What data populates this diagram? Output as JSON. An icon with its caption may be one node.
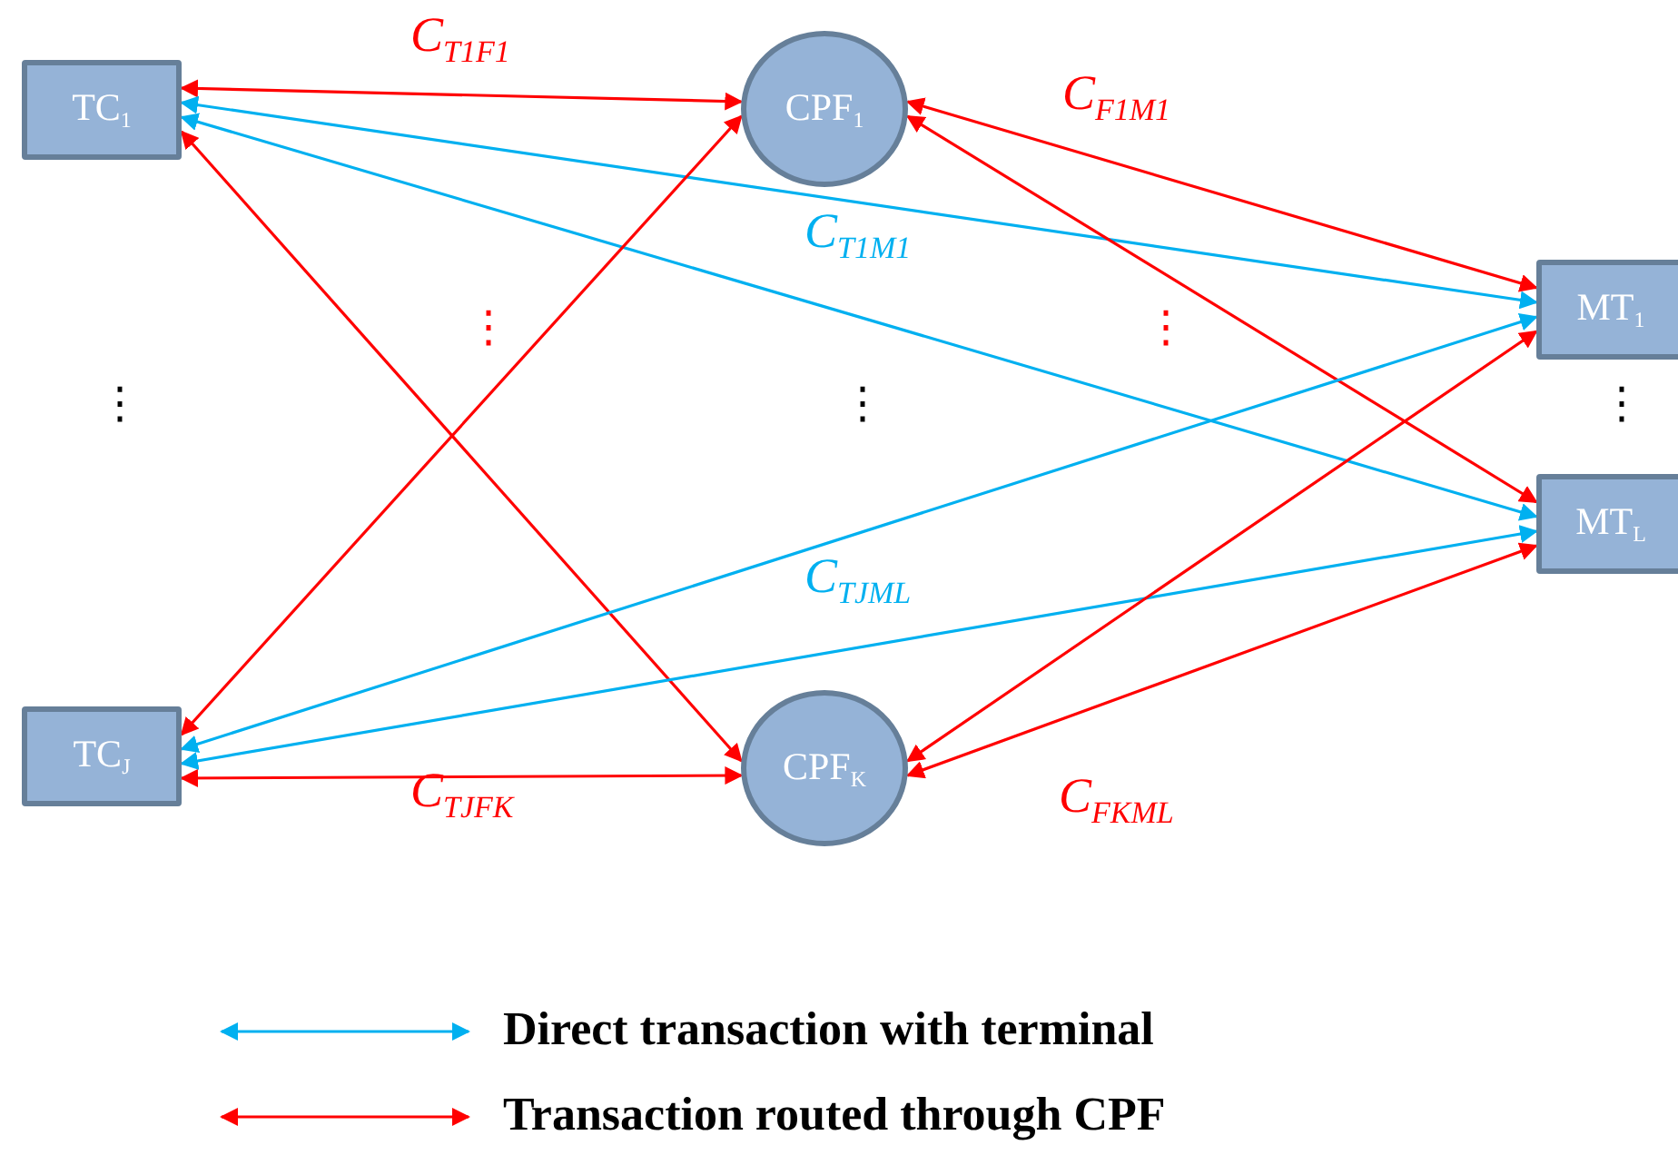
{
  "diagram": {
    "nodes": [
      {
        "text": [
          "TC$_{1}$"
        ]
      },
      {
        "text": [
          "CPF$_{1}$"
        ]
      },
      {
        "text": [
          "MT$_{1}$"
        ]
      },
      {
        "text": [
          "MT$_{L}$"
        ]
      },
      {
        "text": [
          "TC$_{J}$"
        ]
      },
      {
        "text": [
          "CPF$_{K}$"
        ]
      }
    ],
    "edges": [
      {
        "from": 0,
        "to": 1,
        "arrow": "both",
        "label": "C$_{T1F1}$"
      },
      {
        "from": 0,
        "to": 5,
        "arrow": "both"
      },
      {
        "from": 0,
        "to": 2,
        "arrow": "both",
        "color": "#00b0f0",
        "label": "C$_{T1M1}$"
      },
      {
        "from": 0,
        "to": 3,
        "arrow": "both",
        "color": "#00b0f0"
      },
      {
        "from": 1,
        "to": 2,
        "arrow": "both",
        "label": "C$_{F1M1}$"
      },
      {
        "from": 1,
        "to": 3,
        "arrow": "both"
      },
      {
        "from": 4,
        "to": 1,
        "arrow": "both"
      },
      {
        "from": 4,
        "to": 5,
        "arrow": "both",
        "label": "C$_{TJFK}$"
      },
      {
        "from": 4,
        "to": 2,
        "arrow": "both",
        "color": "#00b0f0"
      },
      {
        "from": 4,
        "to": 3,
        "arrow": "both",
        "color": "#00b0f0",
        "label": "C$_{TJML}$"
      },
      {
        "from": 5,
        "to": 2,
        "arrow": "both"
      },
      {
        "from": 5,
        "to": 3,
        "arrow": "both",
        "label": "C$_{FKML}$"
      }
    ],
    "labels": [
      "⋮",
      "⋮",
      "⋮",
      "⋮",
      "⋮"
    ],
    "legend": [
      {
        "text": "Direct transaction with terminal"
      },
      {
        "text": "Transaction routed through CPF"
      }
    ]
  }
}
